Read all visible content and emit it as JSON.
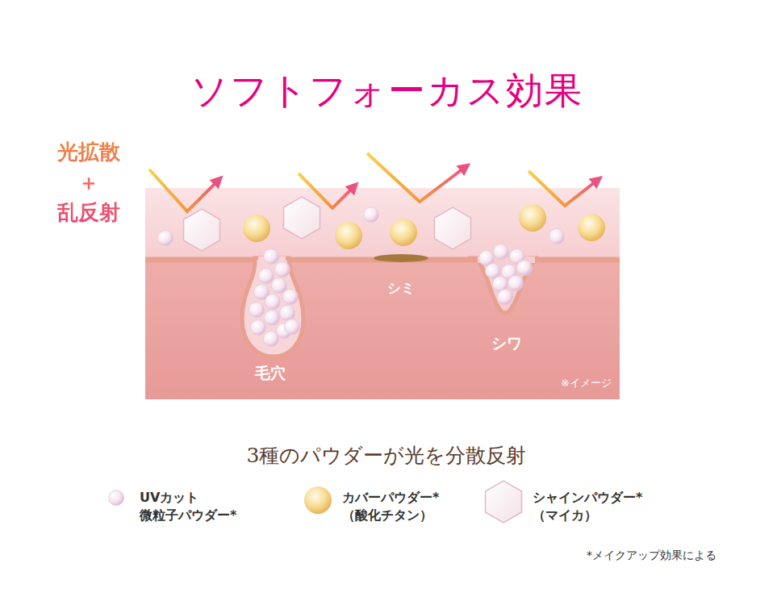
{
  "diagram": {
    "title": "ソフトフォーカス効果",
    "labels": [
      "光拡散 ＋ 乱反射",
      "毛穴",
      "シミ",
      "シワ",
      "※イメージ",
      "3種のパウダーが光を分散反射",
      "*メイクアップ効果による"
    ],
    "legend": [
      {
        "text": "UVカット 微粒子パウダー*"
      },
      {
        "text": "カバーパウダー* （酸化チタン）"
      },
      {
        "text": "シャインパウダー* （マイカ）"
      }
    ]
  }
}
